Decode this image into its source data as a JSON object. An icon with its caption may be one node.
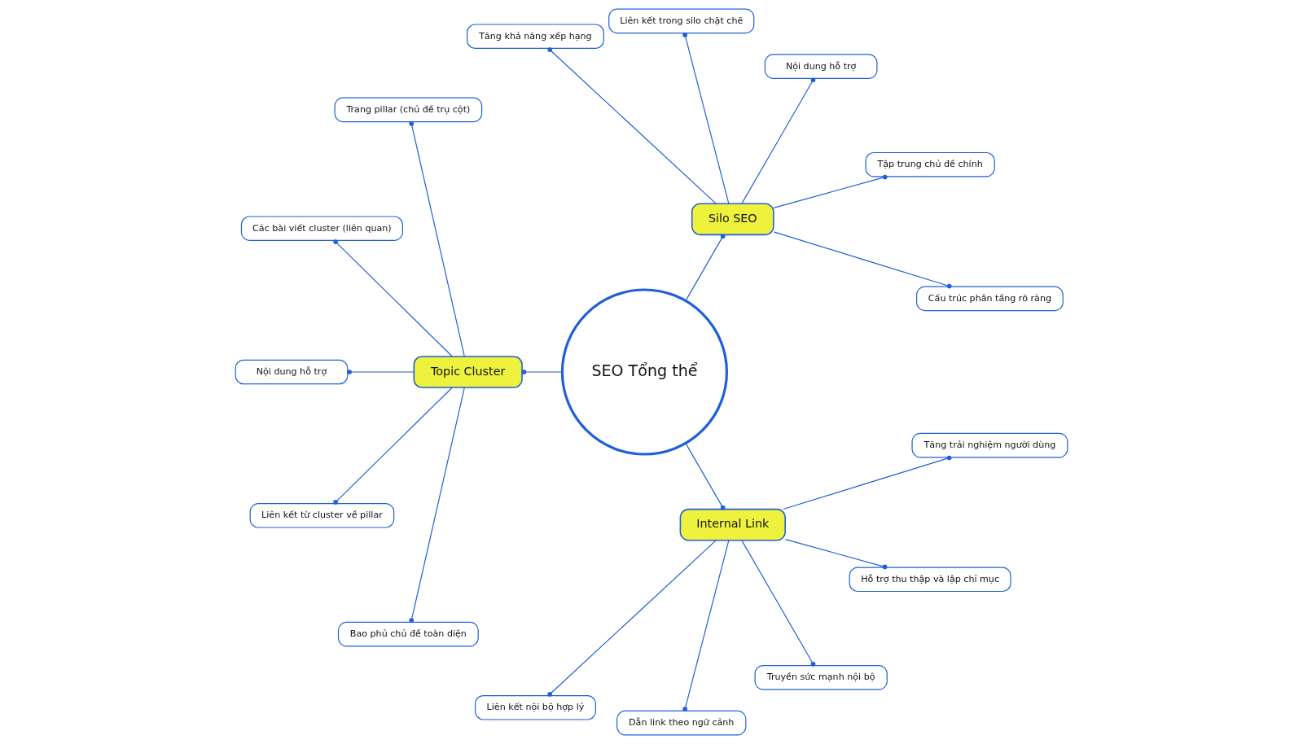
{
  "diagram": {
    "nodes": [
      {
        "text": [
          "SEO Tổng thể"
        ]
      },
      {
        "text": [
          "Silo SEO"
        ]
      },
      {
        "text": [
          "Topic Cluster"
        ]
      },
      {
        "text": [
          "Internal Link"
        ]
      },
      {
        "text": [
          "Cấu trúc phân tầng rõ ràng"
        ]
      },
      {
        "text": [
          "Tập trung chủ đề chính"
        ]
      },
      {
        "text": [
          "Nội dung hỗ trợ"
        ]
      },
      {
        "text": [
          "Liên kết trong silo chặt chẽ"
        ]
      },
      {
        "text": [
          "Tăng khả năng xếp hạng"
        ]
      },
      {
        "text": [
          "Trang pillar (chủ đề trụ cột)"
        ]
      },
      {
        "text": [
          "Các bài viết cluster (liên quan)"
        ]
      },
      {
        "text": [
          "Nội dung hỗ trợ"
        ]
      },
      {
        "text": [
          "Liên kết từ cluster về pillar"
        ]
      },
      {
        "text": [
          "Bao phủ chủ đề toàn diện"
        ]
      },
      {
        "text": [
          "Liên kết nội bộ hợp lý"
        ]
      },
      {
        "text": [
          "Dẫn link theo ngữ cảnh"
        ]
      },
      {
        "text": [
          "Truyền sức mạnh nội bộ"
        ]
      },
      {
        "text": [
          "Hỗ trợ thu thập và lập chỉ mục"
        ]
      },
      {
        "text": [
          "Tăng trải nghiệm người dùng"
        ]
      }
    ],
    "edges": [
      {
        "from": 0,
        "to": 1,
        "arrow": "other"
      },
      {
        "from": 0,
        "to": 2,
        "arrow": "other"
      },
      {
        "from": 0,
        "to": 3,
        "arrow": "other"
      },
      {
        "from": 1,
        "to": 4,
        "arrow": "other"
      },
      {
        "from": 1,
        "to": 5,
        "arrow": "other"
      },
      {
        "from": 1,
        "to": 6,
        "arrow": "other"
      },
      {
        "from": 1,
        "to": 7,
        "arrow": "other"
      },
      {
        "from": 1,
        "to": 8,
        "arrow": "other"
      },
      {
        "from": 2,
        "to": 9,
        "arrow": "other"
      },
      {
        "from": 2,
        "to": 10,
        "arrow": "other"
      },
      {
        "from": 2,
        "to": 11,
        "arrow": "other"
      },
      {
        "from": 2,
        "to": 12,
        "arrow": "other"
      },
      {
        "from": 2,
        "to": 13,
        "arrow": "other"
      },
      {
        "from": 3,
        "to": 14,
        "arrow": "other"
      },
      {
        "from": 3,
        "to": 15,
        "arrow": "other"
      },
      {
        "from": 3,
        "to": 16,
        "arrow": "other"
      },
      {
        "from": 3,
        "to": 17,
        "arrow": "other"
      },
      {
        "from": 3,
        "to": 18,
        "arrow": "other"
      }
    ]
  }
}
